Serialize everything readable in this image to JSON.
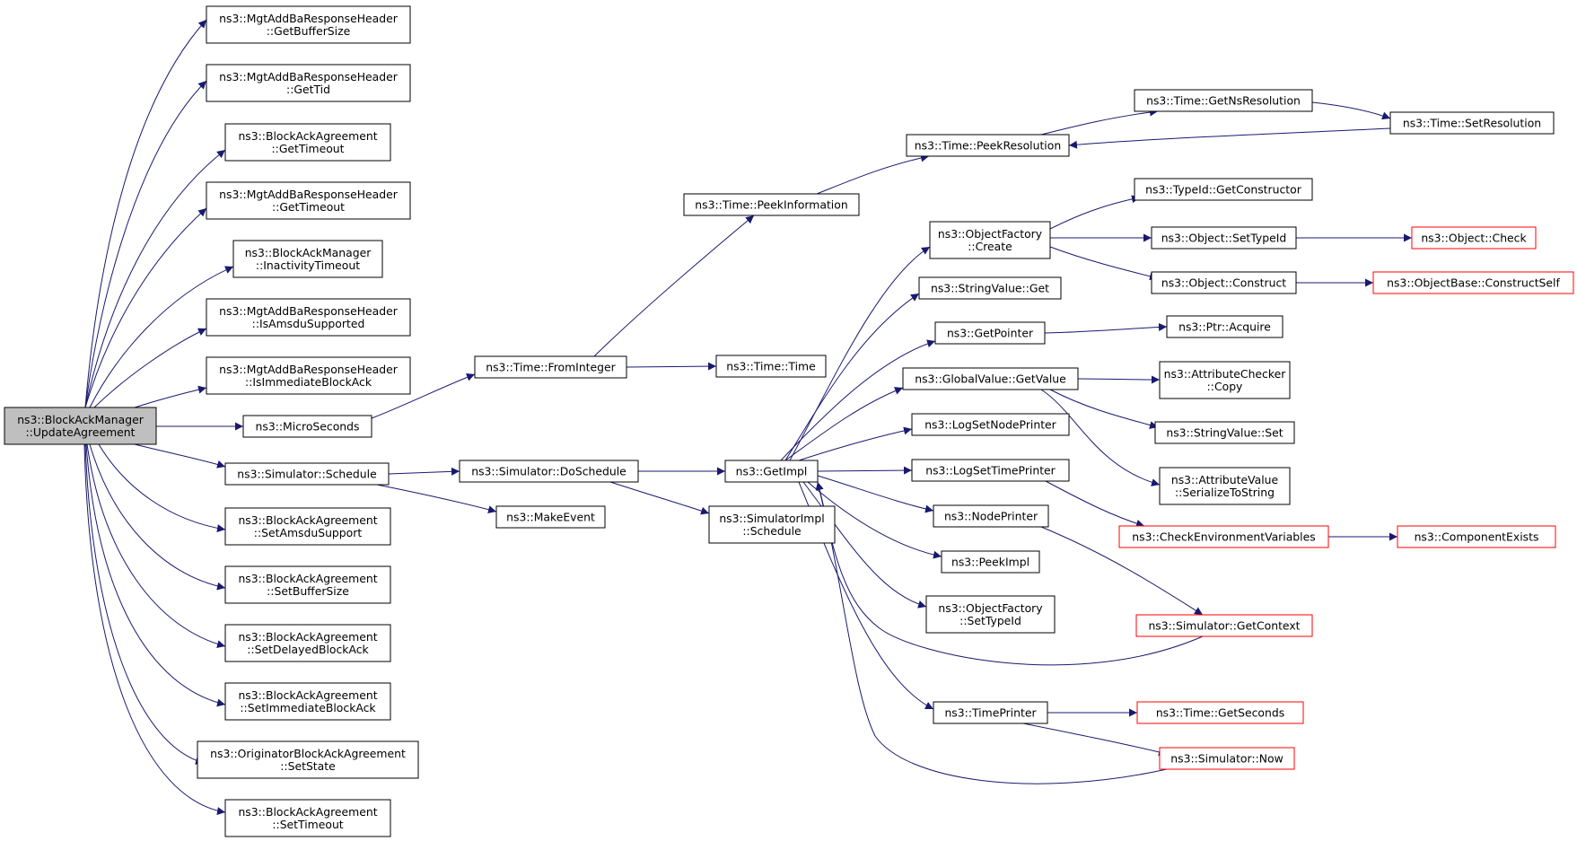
{
  "graph": {
    "colors": {
      "edge": "#191970",
      "node_border": "#000000",
      "truncated_border": "#ff0000",
      "root_fill": "#bfbfbf",
      "node_fill": "#ffffff"
    },
    "nodes": [
      {
        "id": "root",
        "lines": [
          "ns3::BlockAckManager",
          "::UpdateAgreement"
        ],
        "style": "root"
      },
      {
        "id": "n_getbuffersize",
        "lines": [
          "ns3::MgtAddBaResponseHeader",
          "::GetBufferSize"
        ]
      },
      {
        "id": "n_gettid",
        "lines": [
          "ns3::MgtAddBaResponseHeader",
          "::GetTid"
        ]
      },
      {
        "id": "n_bag_gettimeout",
        "lines": [
          "ns3::BlockAckAgreement",
          "::GetTimeout"
        ]
      },
      {
        "id": "n_mgt_gettimeout",
        "lines": [
          "ns3::MgtAddBaResponseHeader",
          "::GetTimeout"
        ]
      },
      {
        "id": "n_inactivity",
        "lines": [
          "ns3::BlockAckManager",
          "::InactivityTimeout"
        ]
      },
      {
        "id": "n_isamsdu",
        "lines": [
          "ns3::MgtAddBaResponseHeader",
          "::IsAmsduSupported"
        ]
      },
      {
        "id": "n_isimmediate",
        "lines": [
          "ns3::MgtAddBaResponseHeader",
          "::IsImmediateBlockAck"
        ]
      },
      {
        "id": "n_microseconds",
        "lines": [
          "ns3::MicroSeconds"
        ]
      },
      {
        "id": "n_schedule",
        "lines": [
          "ns3::Simulator::Schedule"
        ]
      },
      {
        "id": "n_setamsdu",
        "lines": [
          "ns3::BlockAckAgreement",
          "::SetAmsduSupport"
        ]
      },
      {
        "id": "n_setbuffersize",
        "lines": [
          "ns3::BlockAckAgreement",
          "::SetBufferSize"
        ]
      },
      {
        "id": "n_setdelayed",
        "lines": [
          "ns3::BlockAckAgreement",
          "::SetDelayedBlockAck"
        ]
      },
      {
        "id": "n_setimmediate",
        "lines": [
          "ns3::BlockAckAgreement",
          "::SetImmediateBlockAck"
        ]
      },
      {
        "id": "n_setstate",
        "lines": [
          "ns3::OriginatorBlockAckAgreement",
          "::SetState"
        ]
      },
      {
        "id": "n_settimeout",
        "lines": [
          "ns3::BlockAckAgreement",
          "::SetTimeout"
        ]
      },
      {
        "id": "n_frominteger",
        "lines": [
          "ns3::Time::FromInteger"
        ]
      },
      {
        "id": "n_doschedule",
        "lines": [
          "ns3::Simulator::DoSchedule"
        ]
      },
      {
        "id": "n_makeevent",
        "lines": [
          "ns3::MakeEvent"
        ]
      },
      {
        "id": "n_peekinformation",
        "lines": [
          "ns3::Time::PeekInformation"
        ]
      },
      {
        "id": "n_time_time",
        "lines": [
          "ns3::Time::Time"
        ]
      },
      {
        "id": "n_getimpl",
        "lines": [
          "ns3::GetImpl"
        ]
      },
      {
        "id": "n_simimpl_schedule",
        "lines": [
          "ns3::SimulatorImpl",
          "::Schedule"
        ]
      },
      {
        "id": "n_peekresolution",
        "lines": [
          "ns3::Time::PeekResolution"
        ]
      },
      {
        "id": "n_getnsresolution",
        "lines": [
          "ns3::Time::GetNsResolution"
        ]
      },
      {
        "id": "n_setresolution",
        "lines": [
          "ns3::Time::SetResolution"
        ]
      },
      {
        "id": "n_of_create",
        "lines": [
          "ns3::ObjectFactory",
          "::Create"
        ]
      },
      {
        "id": "n_stringvalue_get",
        "lines": [
          "ns3::StringValue::Get"
        ]
      },
      {
        "id": "n_getpointer",
        "lines": [
          "ns3::GetPointer"
        ]
      },
      {
        "id": "n_globalvalue_getvalue",
        "lines": [
          "ns3::GlobalValue::GetValue"
        ]
      },
      {
        "id": "n_logsetnodeprinter",
        "lines": [
          "ns3::LogSetNodePrinter"
        ]
      },
      {
        "id": "n_logsettimeprinter",
        "lines": [
          "ns3::LogSetTimePrinter"
        ]
      },
      {
        "id": "n_nodeprinter",
        "lines": [
          "ns3::NodePrinter"
        ]
      },
      {
        "id": "n_peekimpl",
        "lines": [
          "ns3::PeekImpl"
        ]
      },
      {
        "id": "n_of_settypeid",
        "lines": [
          "ns3::ObjectFactory",
          "::SetTypeId"
        ]
      },
      {
        "id": "n_timeprinter",
        "lines": [
          "ns3::TimePrinter"
        ]
      },
      {
        "id": "n_typeid_getconstructor",
        "lines": [
          "ns3::TypeId::GetConstructor"
        ]
      },
      {
        "id": "n_object_settypeid",
        "lines": [
          "ns3::Object::SetTypeId"
        ]
      },
      {
        "id": "n_object_construct",
        "lines": [
          "ns3::Object::Construct"
        ]
      },
      {
        "id": "n_ptr_acquire",
        "lines": [
          "ns3::Ptr::Acquire"
        ]
      },
      {
        "id": "n_attrchecker_copy",
        "lines": [
          "ns3::AttributeChecker",
          "::Copy"
        ]
      },
      {
        "id": "n_stringvalue_set",
        "lines": [
          "ns3::StringValue::Set"
        ]
      },
      {
        "id": "n_attrvalue_serialize",
        "lines": [
          "ns3::AttributeValue",
          "::SerializeToString"
        ]
      },
      {
        "id": "n_checkenv",
        "lines": [
          "ns3::CheckEnvironmentVariables"
        ],
        "style": "trunc"
      },
      {
        "id": "n_sim_getcontext",
        "lines": [
          "ns3::Simulator::GetContext"
        ],
        "style": "trunc"
      },
      {
        "id": "n_time_getseconds",
        "lines": [
          "ns3::Time::GetSeconds"
        ],
        "style": "trunc"
      },
      {
        "id": "n_sim_now",
        "lines": [
          "ns3::Simulator::Now"
        ],
        "style": "trunc"
      },
      {
        "id": "n_object_check",
        "lines": [
          "ns3::Object::Check"
        ],
        "style": "trunc"
      },
      {
        "id": "n_objectbase_constructself",
        "lines": [
          "ns3::ObjectBase::ConstructSelf"
        ],
        "style": "trunc"
      },
      {
        "id": "n_componentexists",
        "lines": [
          "ns3::ComponentExists"
        ],
        "style": "trunc"
      }
    ]
  }
}
